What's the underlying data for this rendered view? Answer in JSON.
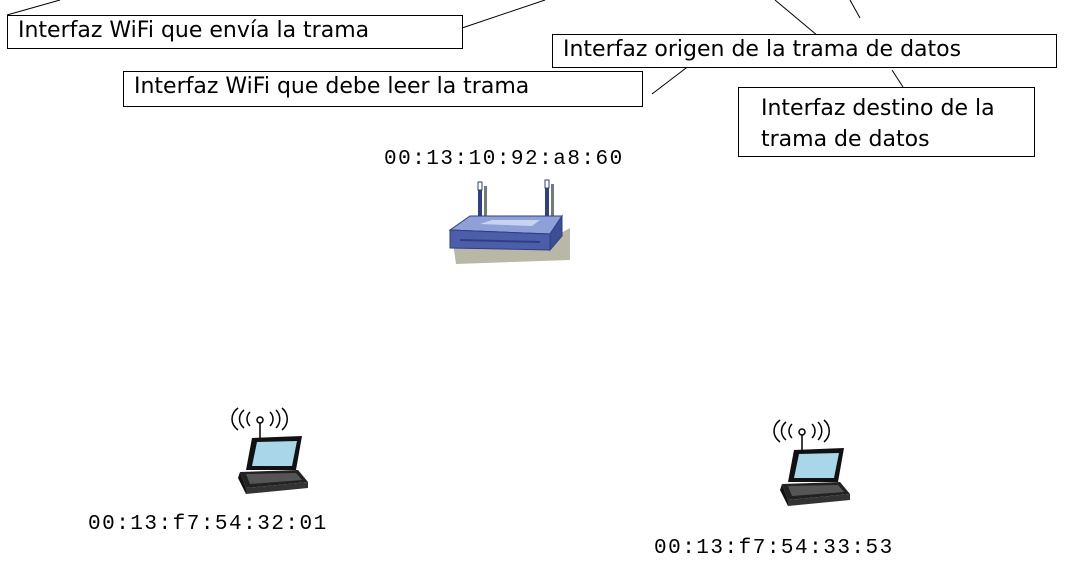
{
  "callouts": {
    "sender_interface": "Interfaz WiFi que envía la trama",
    "receiver_interface": "Interfaz WiFi que debe leer la trama",
    "source_interface": "Interfaz origen de la trama de datos",
    "destination_interface": "Interfaz destino de la trama de datos"
  },
  "devices": {
    "access_point": {
      "mac": "00:13:10:92:a8:60",
      "icon": "wireless-router-icon"
    },
    "laptop_left": {
      "mac": "00:13:f7:54:32:01",
      "icon": "wireless-laptop-icon"
    },
    "laptop_right": {
      "mac": "00:13:f7:54:33:53",
      "icon": "wireless-laptop-icon"
    }
  },
  "colors": {
    "router_body": "#5a6db0",
    "router_shadow": "#b9b7a6",
    "laptop_screen": "#a9d6e8"
  }
}
